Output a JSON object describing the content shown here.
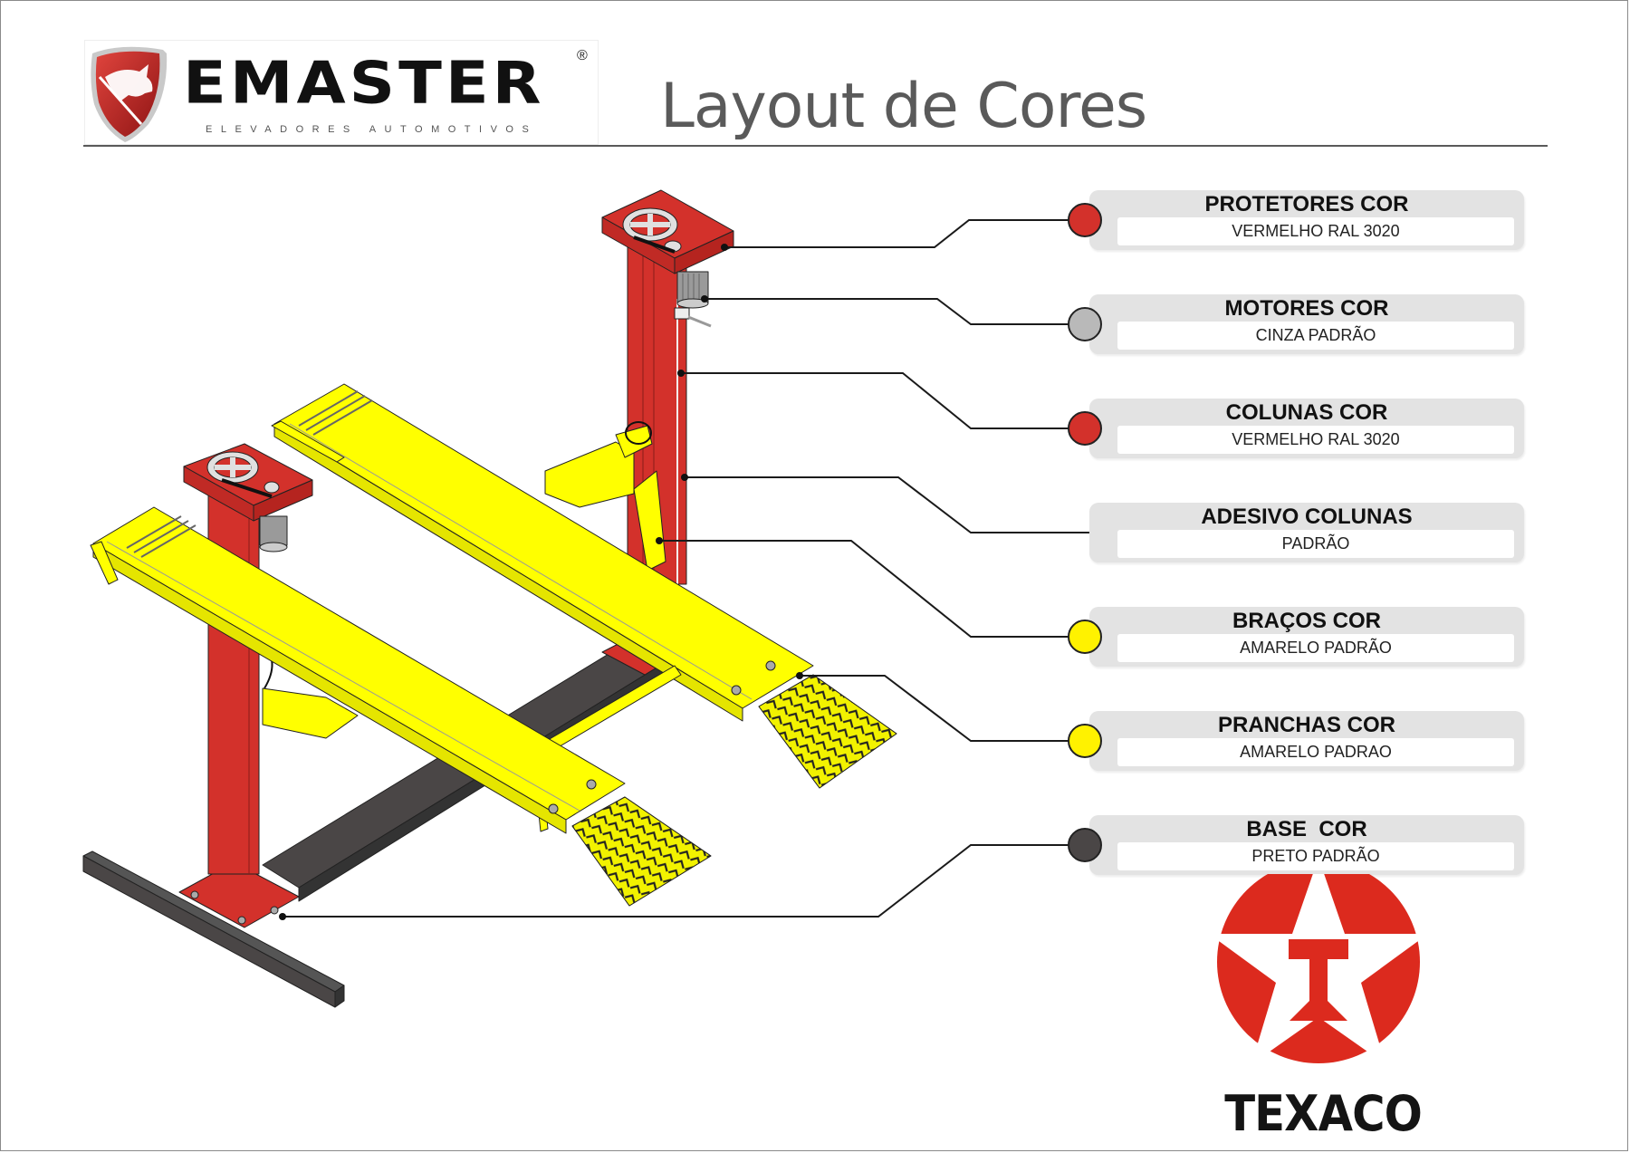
{
  "header": {
    "brand": {
      "name": "EMASTER",
      "registered_mark": "®",
      "tagline": "ELEVADORES AUTOMOTIVOS"
    },
    "title": "Layout de Cores"
  },
  "legend": {
    "items": [
      {
        "title": "PROTETORES COR",
        "value": "VERMELHO RAL 3020",
        "swatch": "#d3312b",
        "has_swatch": true
      },
      {
        "title": "MOTORES COR",
        "value": "CINZA PADRÃO",
        "swatch": "#b9b9b9",
        "has_swatch": true
      },
      {
        "title": "COLUNAS COR",
        "value": "VERMELHO RAL 3020",
        "swatch": "#d3312b",
        "has_swatch": true
      },
      {
        "title": "ADESIVO COLUNAS",
        "value": "PADRÃO",
        "swatch": null,
        "has_swatch": false
      },
      {
        "title": "BRAÇOS COR",
        "value": "AMARELO PADRÃO",
        "swatch": "#fff200",
        "has_swatch": true
      },
      {
        "title": "PRANCHAS COR",
        "value": "AMARELO PADRAO",
        "swatch": "#fff200",
        "has_swatch": true
      },
      {
        "title": "BASE  COR",
        "value": "PRETO PADRÃO",
        "swatch": "#4a4646",
        "has_swatch": true
      }
    ]
  },
  "illustration": {
    "subject": "two-post automotive lift",
    "parts": [
      "protetores",
      "motores",
      "colunas",
      "adesivo colunas",
      "braços",
      "pranchas",
      "base"
    ],
    "colors": {
      "red": "#d3312b",
      "yellow": "#ffff00",
      "base_black": "#4a4646",
      "motor_gray": "#b9b9b9"
    }
  },
  "footer_logo": {
    "brand": "TEXACO",
    "color": "#dc2a1e"
  }
}
